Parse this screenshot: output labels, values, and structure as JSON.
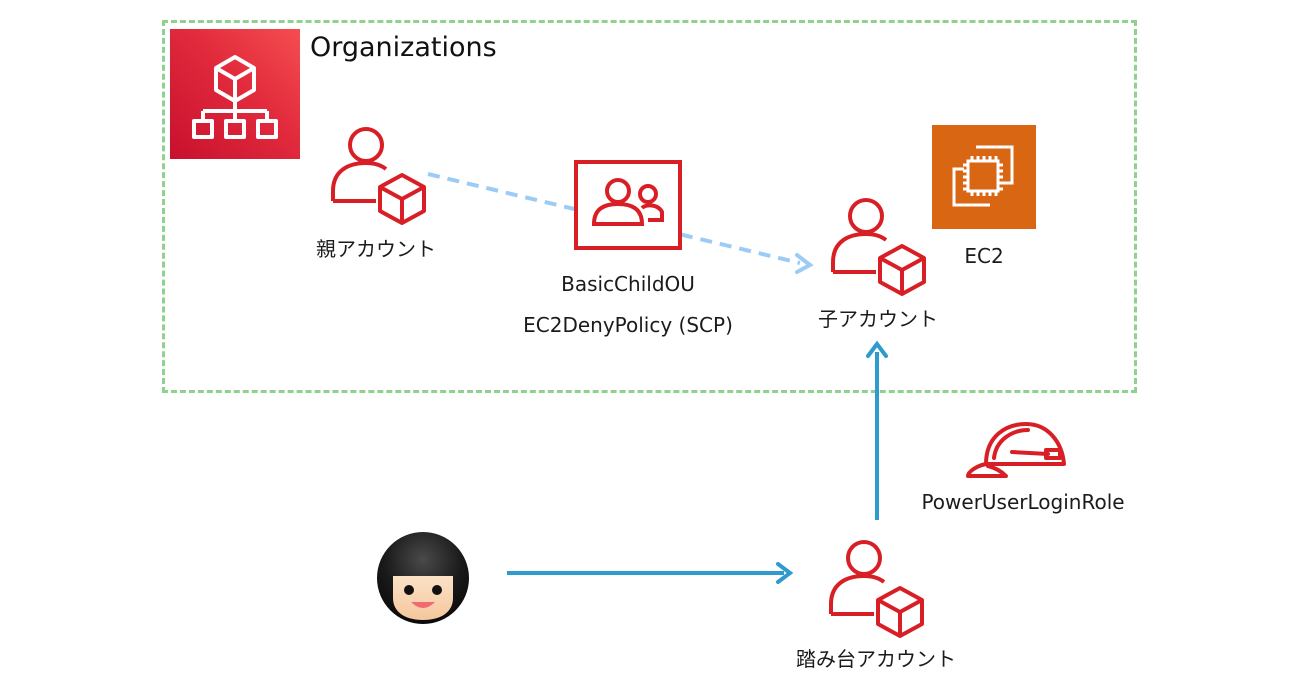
{
  "diagram": {
    "container": {
      "title": "Organizations",
      "border_color": "#8fd18f"
    },
    "nodes": {
      "parent_account": {
        "label": "親アカウント",
        "icon": "account-icon"
      },
      "ou": {
        "label": "BasicChildOU",
        "policy_label": "EC2DenyPolicy (SCP)",
        "icon": "organizational-unit-icon"
      },
      "child_account": {
        "label": "子アカウント",
        "icon": "account-icon"
      },
      "ec2": {
        "label": "EC2",
        "icon": "ec2-instance-icon"
      },
      "role": {
        "label": "PowerUserLoginRole",
        "icon": "hard-hat-icon"
      },
      "bastion_account": {
        "label": "踏み台アカウント",
        "icon": "account-icon"
      },
      "user": {
        "icon": "user-avatar-icon"
      }
    },
    "edges": [
      {
        "from": "parent_account",
        "to": "child_account",
        "style": "dashed",
        "color": "#9ccbf5"
      },
      {
        "from": "user",
        "to": "bastion_account",
        "style": "solid",
        "color": "#2e9bcf"
      },
      {
        "from": "bastion_account",
        "to": "child_account",
        "style": "solid",
        "color": "#2e9bcf"
      }
    ],
    "colors": {
      "aws_red": "#d91f26",
      "ec2_orange": "#d86613",
      "org_red": "#d6202f"
    }
  }
}
